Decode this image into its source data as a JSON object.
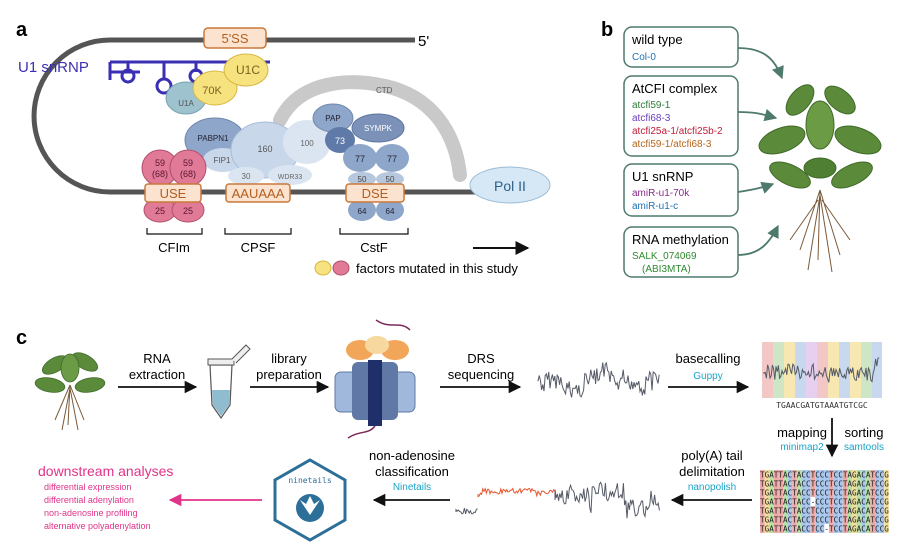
{
  "panels": {
    "a": {
      "label": "a",
      "five_prime": "5'",
      "ss_label": "5'SS",
      "u1_snrnp": "U1 snRNP",
      "u1c": "U1C",
      "p70k": "70K",
      "u1a": "U1A",
      "ctd": "CTD",
      "pap": "PAP",
      "sympk": "SYMPK",
      "pabpn1": "PABPN1",
      "s160": "160",
      "s100": "100",
      "fip1": "FIP1",
      "s73": "73",
      "s77a": "77",
      "s77b": "77",
      "s30": "30",
      "wdr33": "WDR33",
      "s50a": "50",
      "s50b": "50",
      "s64a": "64",
      "s64b": "64",
      "cf59a": "59",
      "cf68a": "(68)",
      "cf59b": "59",
      "cf68b": "(68)",
      "cf25a": "25",
      "cf25b": "25",
      "use": "USE",
      "auauaa": "AAUAAA",
      "dse": "DSE",
      "pol2": "Pol II",
      "cfim": "CFIm",
      "cpsf": "CPSF",
      "cstf": "CstF",
      "legend": "factors mutated in this study"
    },
    "b": {
      "label": "b",
      "boxes": [
        {
          "title": "wild type",
          "lines": [
            {
              "text": "Col-0",
              "color": "#1f6fb5"
            }
          ]
        },
        {
          "title": "AtCFI complex",
          "lines": [
            {
              "text": "atcfi59-1",
              "color": "#2e7d3a"
            },
            {
              "text": "atcfi68-3",
              "color": "#6a3fbf"
            },
            {
              "text": "atcfi25a-1/atcfi25b-2",
              "color": "#c0203a"
            },
            {
              "text": "atcfi59-1/atcfi68-3",
              "color": "#b7651a"
            }
          ]
        },
        {
          "title": "U1 snRNP",
          "lines": [
            {
              "text": "amiR-u1-70k",
              "color": "#8a2a8a"
            },
            {
              "text": "amiR-u1-c",
              "color": "#1f6fb5"
            }
          ]
        },
        {
          "title": "RNA methylation",
          "lines": [
            {
              "text": "SALK_074069",
              "color": "#2e8b2e"
            },
            {
              "text": "(ABI3MTA)",
              "color": "#2e8b2e"
            }
          ]
        }
      ]
    },
    "c": {
      "label": "c",
      "rna_extraction": [
        "RNA",
        "extraction"
      ],
      "library_prep": [
        "library",
        "preparation"
      ],
      "drs": [
        "DRS",
        "sequencing"
      ],
      "basecalling": "basecalling",
      "guppy": "Guppy",
      "mapping": "mapping",
      "minimap2": "minimap2",
      "sorting": "sorting",
      "samtools": "samtools",
      "polya": [
        "poly(A) tail",
        "delimitation"
      ],
      "nanopolish": "nanopolish",
      "nonadenosine": [
        "non-adenosine",
        "classification"
      ],
      "ninetails_tool": "Ninetails",
      "ninetails_logo": "ninetails",
      "downstream_title": "downstream analyses",
      "downstream_items": [
        "differential expression",
        "differential adenylation",
        "non-adenosine profiling",
        "alternative polyadenylation"
      ],
      "seq_bases": "TGAACGATGTAAATGTCGC",
      "alignment": [
        "TGATTACTACCTCCCTCCTAGACATCCG",
        "TGATTACTACCTCCCTCCTAGACATCCG",
        "TGATTACTACCTCCCTCCTAGACATCCG",
        "TGATTACTACC-CCCTCCTAGACATCCG",
        "TGATTACTACCTCCCTCCTAGACATCCG",
        "TGATTACTACCTCCCTCCTAGACATCCG",
        "TGATTACTACCTCC-TCCTAGACATCCG"
      ]
    }
  },
  "colors": {
    "accent_blue": "#1aa3c8",
    "downstream_pink": "#e0338a",
    "use_box": "#fbe3cf",
    "use_border": "#c9793a",
    "u1_line": "#3b2fb3",
    "cfim_pink": "#d45a7c",
    "u1c_yellow": "#f6e27f"
  }
}
